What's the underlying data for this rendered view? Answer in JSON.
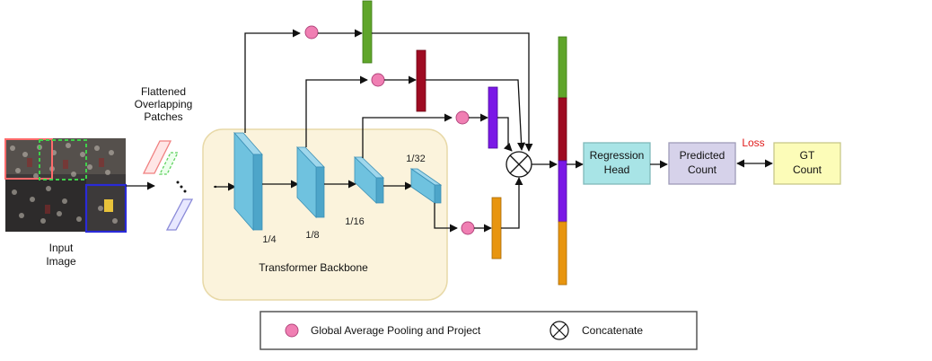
{
  "input": {
    "label_line1": "Input",
    "label_line2": "Image"
  },
  "patches": {
    "label_line1": "Flattened",
    "label_line2": "Overlapping",
    "label_line3": "Patches"
  },
  "backbone": {
    "label": "Transformer Backbone",
    "stages": [
      "1/4",
      "1/8",
      "1/16",
      "1/32"
    ]
  },
  "feature_colors": {
    "stage1": "#5fa52a",
    "stage2": "#9e0b22",
    "stage3": "#7a18e6",
    "stage4": "#e8950f"
  },
  "regression_head": {
    "line1": "Regression",
    "line2": "Head",
    "fill": "#a8e4e6"
  },
  "predicted_count": {
    "line1": "Predicted",
    "line2": "Count",
    "fill": "#d6d2ea"
  },
  "gt_count": {
    "line1": "GT",
    "line2": "Count",
    "fill": "#fcfcb8"
  },
  "loss_label": "Loss",
  "legend": {
    "pool_label": "Global Average Pooling and Project",
    "concat_label": "Concatenate"
  },
  "colors": {
    "pool_dot": "#f07fb3",
    "backbone_fill": "#fbf3dc",
    "backbone_stroke": "#e8d9a8",
    "block": "#6fc2df"
  }
}
